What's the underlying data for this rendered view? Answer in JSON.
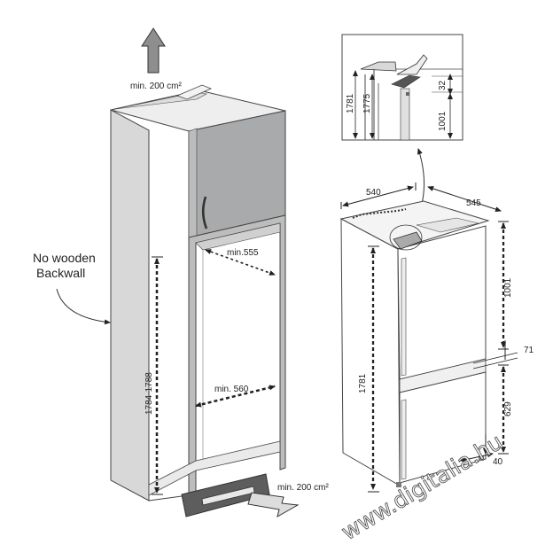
{
  "labels": {
    "vent_top": "min. 200 cm²",
    "vent_bottom": "min. 200 cm²",
    "no_backwall_line1": "No wooden",
    "no_backwall_line2": "Backwall",
    "niche_depth": "min.555",
    "niche_width": "min. 560",
    "niche_height": "1784-1788",
    "fridge_width": "540",
    "fridge_depth": "545",
    "fridge_height": "1781",
    "upper_height": "1001",
    "gap": "71",
    "lower_height": "629",
    "foot": "40",
    "detail_1781": "1781",
    "detail_1775": "1775",
    "detail_32": "32",
    "detail_1001": "1001"
  },
  "watermark": "www.digitalia.hu",
  "colors": {
    "line": "#444444",
    "cabinet_side": "#d8d8d8",
    "cabinet_door": "#a9aaab",
    "plinth": "#5d5d5d",
    "arrow": "#8e8e8e"
  },
  "icons": [
    "up-arrow-icon",
    "right-arrow-icon",
    "curved-arrow-icon",
    "hinge-icon"
  ]
}
